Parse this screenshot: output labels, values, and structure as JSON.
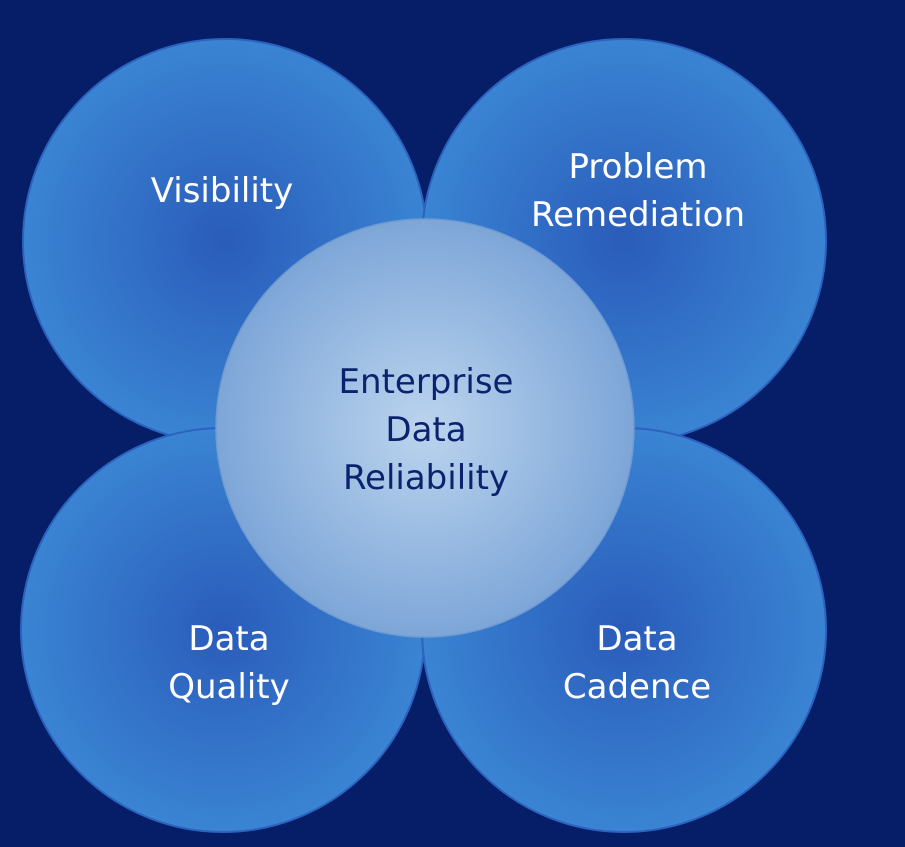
{
  "colors": {
    "background": "#061D68",
    "outer_circle_center": "#2A60BD",
    "outer_circle_edge": "#3680D1",
    "outer_circle_stroke": "#2B63BF",
    "center_circle_inner": "#B4CFEC",
    "center_circle_outer": "#7FA8D9",
    "outer_text": "#FFFFFF",
    "center_text": "#0B236E"
  },
  "diagram": {
    "center": {
      "lines": [
        "Enterprise",
        "Data",
        "Reliability"
      ]
    },
    "outer": [
      {
        "id": "visibility",
        "lines": [
          "Visibility"
        ]
      },
      {
        "id": "problem-remediation",
        "lines": [
          "Problem",
          "Remediation"
        ]
      },
      {
        "id": "data-quality",
        "lines": [
          "Data",
          "Quality"
        ]
      },
      {
        "id": "data-cadence",
        "lines": [
          "Data",
          "Cadence"
        ]
      }
    ]
  }
}
